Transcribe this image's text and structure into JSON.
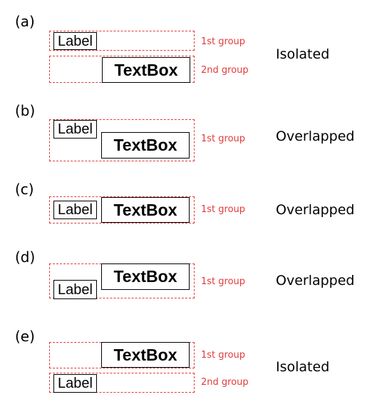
{
  "panels": {
    "a": {
      "letter": "(a)",
      "label_text": "Label",
      "textbox_text": "TextBox",
      "groups": [
        "1st group",
        "2nd group"
      ],
      "result": "Isolated"
    },
    "b": {
      "letter": "(b)",
      "label_text": "Label",
      "textbox_text": "TextBox",
      "groups": [
        "1st group"
      ],
      "result": "Overlapped"
    },
    "c": {
      "letter": "(c)",
      "label_text": "Label",
      "textbox_text": "TextBox",
      "groups": [
        "1st group"
      ],
      "result": "Overlapped"
    },
    "d": {
      "letter": "(d)",
      "label_text": "Label",
      "textbox_text": "TextBox",
      "groups": [
        "1st group"
      ],
      "result": "Overlapped"
    },
    "e": {
      "letter": "(e)",
      "label_text": "Label",
      "textbox_text": "TextBox",
      "groups": [
        "1st group",
        "2nd group"
      ],
      "result": "Isolated"
    }
  },
  "colors": {
    "group_border": "#e23b3b",
    "group_text": "#e23b3b",
    "box_border": "#000000"
  }
}
